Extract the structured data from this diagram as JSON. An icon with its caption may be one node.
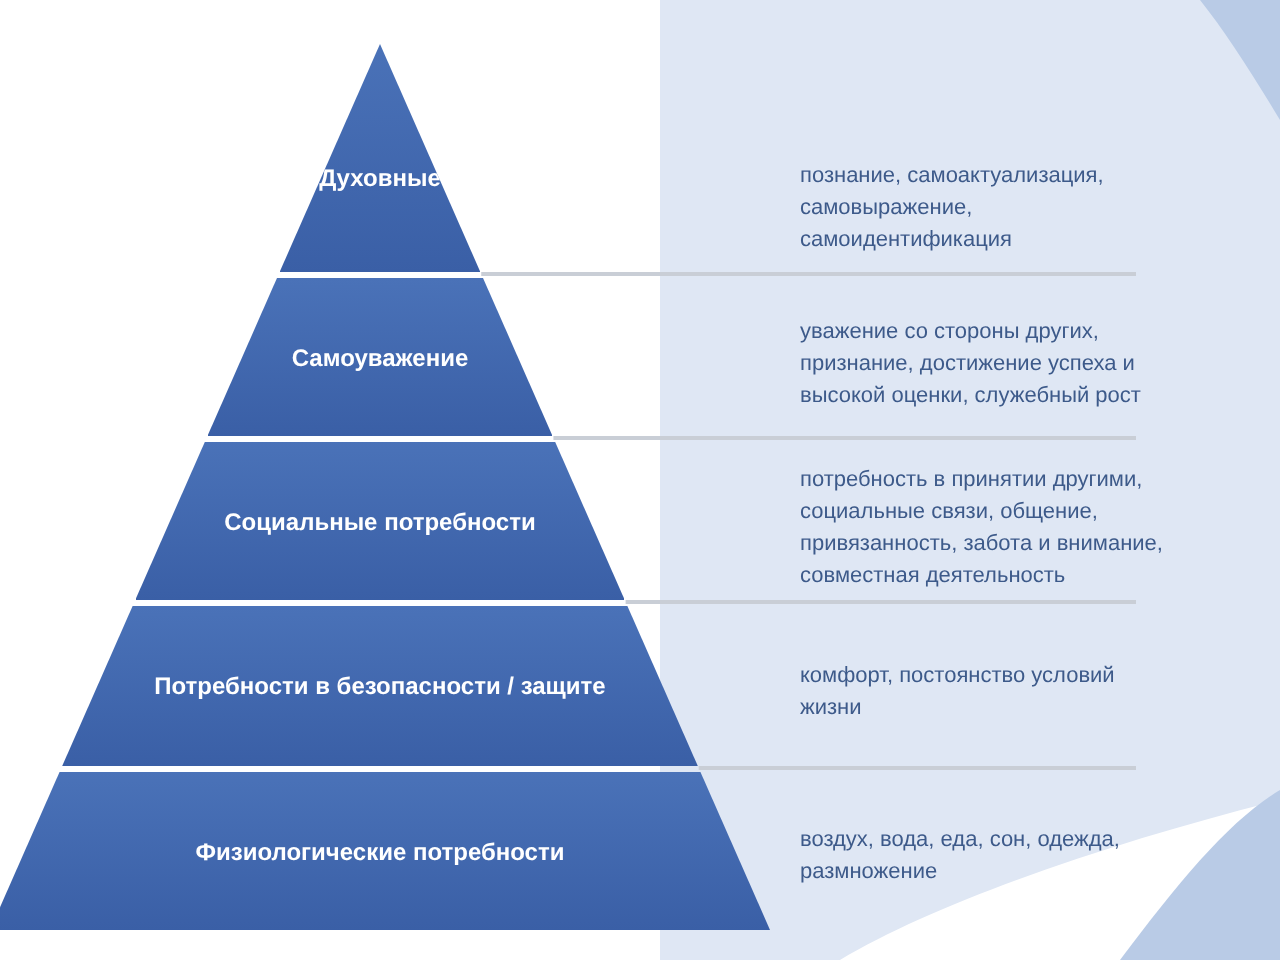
{
  "diagram": {
    "nodes": [
      {
        "text": [
          "Духовные"
        ]
      },
      {
        "text": [
          "Самоуважение"
        ]
      },
      {
        "text": [
          "Социальные потребности"
        ]
      },
      {
        "text": [
          "Потребности в безопасности / защите"
        ]
      },
      {
        "text": [
          "Физиологические потребности"
        ]
      }
    ],
    "labels": [
      "познание, самоактуализация, самовыражение, самоидентификация",
      "уважение со стороны других, признание, достижение успеха и высокой оценки, служебный рост",
      "потребность в принятии другими, социальные связи, общение, привязанность, забота и внимание, совместная деятельность",
      "комфорт, постоянство условий жизни",
      "воздух, вода, еда, сон, одежда, размножение"
    ]
  }
}
